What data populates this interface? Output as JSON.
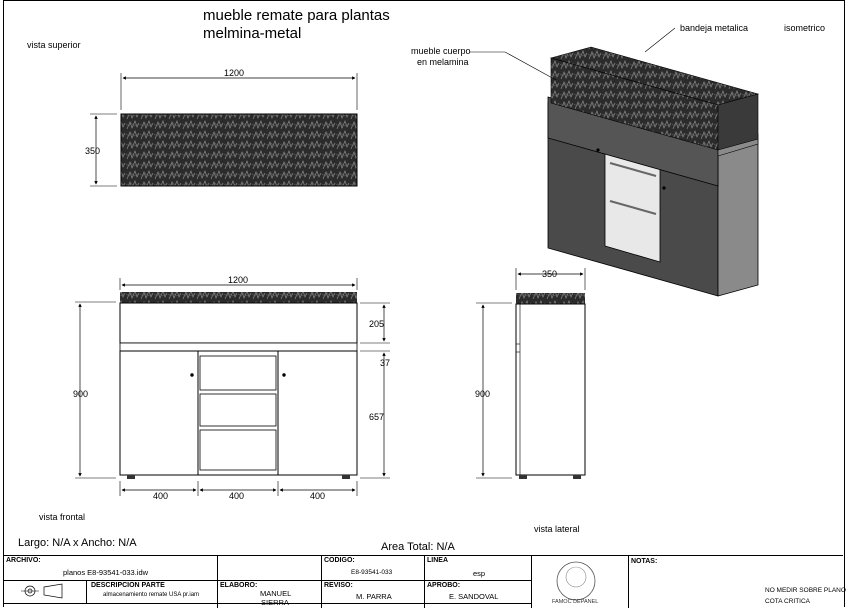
{
  "title_line1": "mueble remate para plantas",
  "title_line2": "melmina-metal",
  "labels": {
    "top_view": "vista superior",
    "front_view": "vista frontal",
    "side_view": "vista lateral",
    "isometric": "isometrico",
    "metal_tray": "bandeja metalica",
    "body_line1": "mueble cuerpo",
    "body_line2": "en melamina"
  },
  "dimensions": {
    "top_width": "1200",
    "top_depth": "350",
    "front_width": "1200",
    "front_height": "900",
    "front_d1": "205",
    "front_d2": "37",
    "front_d3": "657",
    "front_b1": "400",
    "front_b2": "400",
    "front_b3": "400",
    "side_width": "350",
    "side_height": "900"
  },
  "summary": {
    "largo_ancho": "Largo: N/A x Ancho: N/A",
    "area_total": "Area Total: N/A"
  },
  "title_block": {
    "archivo_h": "ARCHIVO:",
    "archivo_v": "planos E8-93541-033.idw",
    "desc_h": "DESCRIPCION PARTE",
    "desc_v": "almacenamiento remate USA pr.iam",
    "codigo_h": "CODIGO:",
    "codigo_v": "E8-93541-033",
    "linea_h": "LINEA",
    "linea_v": "esp",
    "elaboro_h": "ELABORO:",
    "elaboro_v1": "MANUEL",
    "elaboro_v2": "SIERRA",
    "reviso_h": "REVISO:",
    "reviso_v": "M. PARRA",
    "aprobo_h": "APROBO:",
    "aprobo_v": "E. SANDOVAL",
    "logo_text": "FAMOC DEPANEL",
    "notas_h": "NOTAS:",
    "note1": "NO MEDIR SOBRE PLANO",
    "note2": "COTA CRITICA"
  }
}
